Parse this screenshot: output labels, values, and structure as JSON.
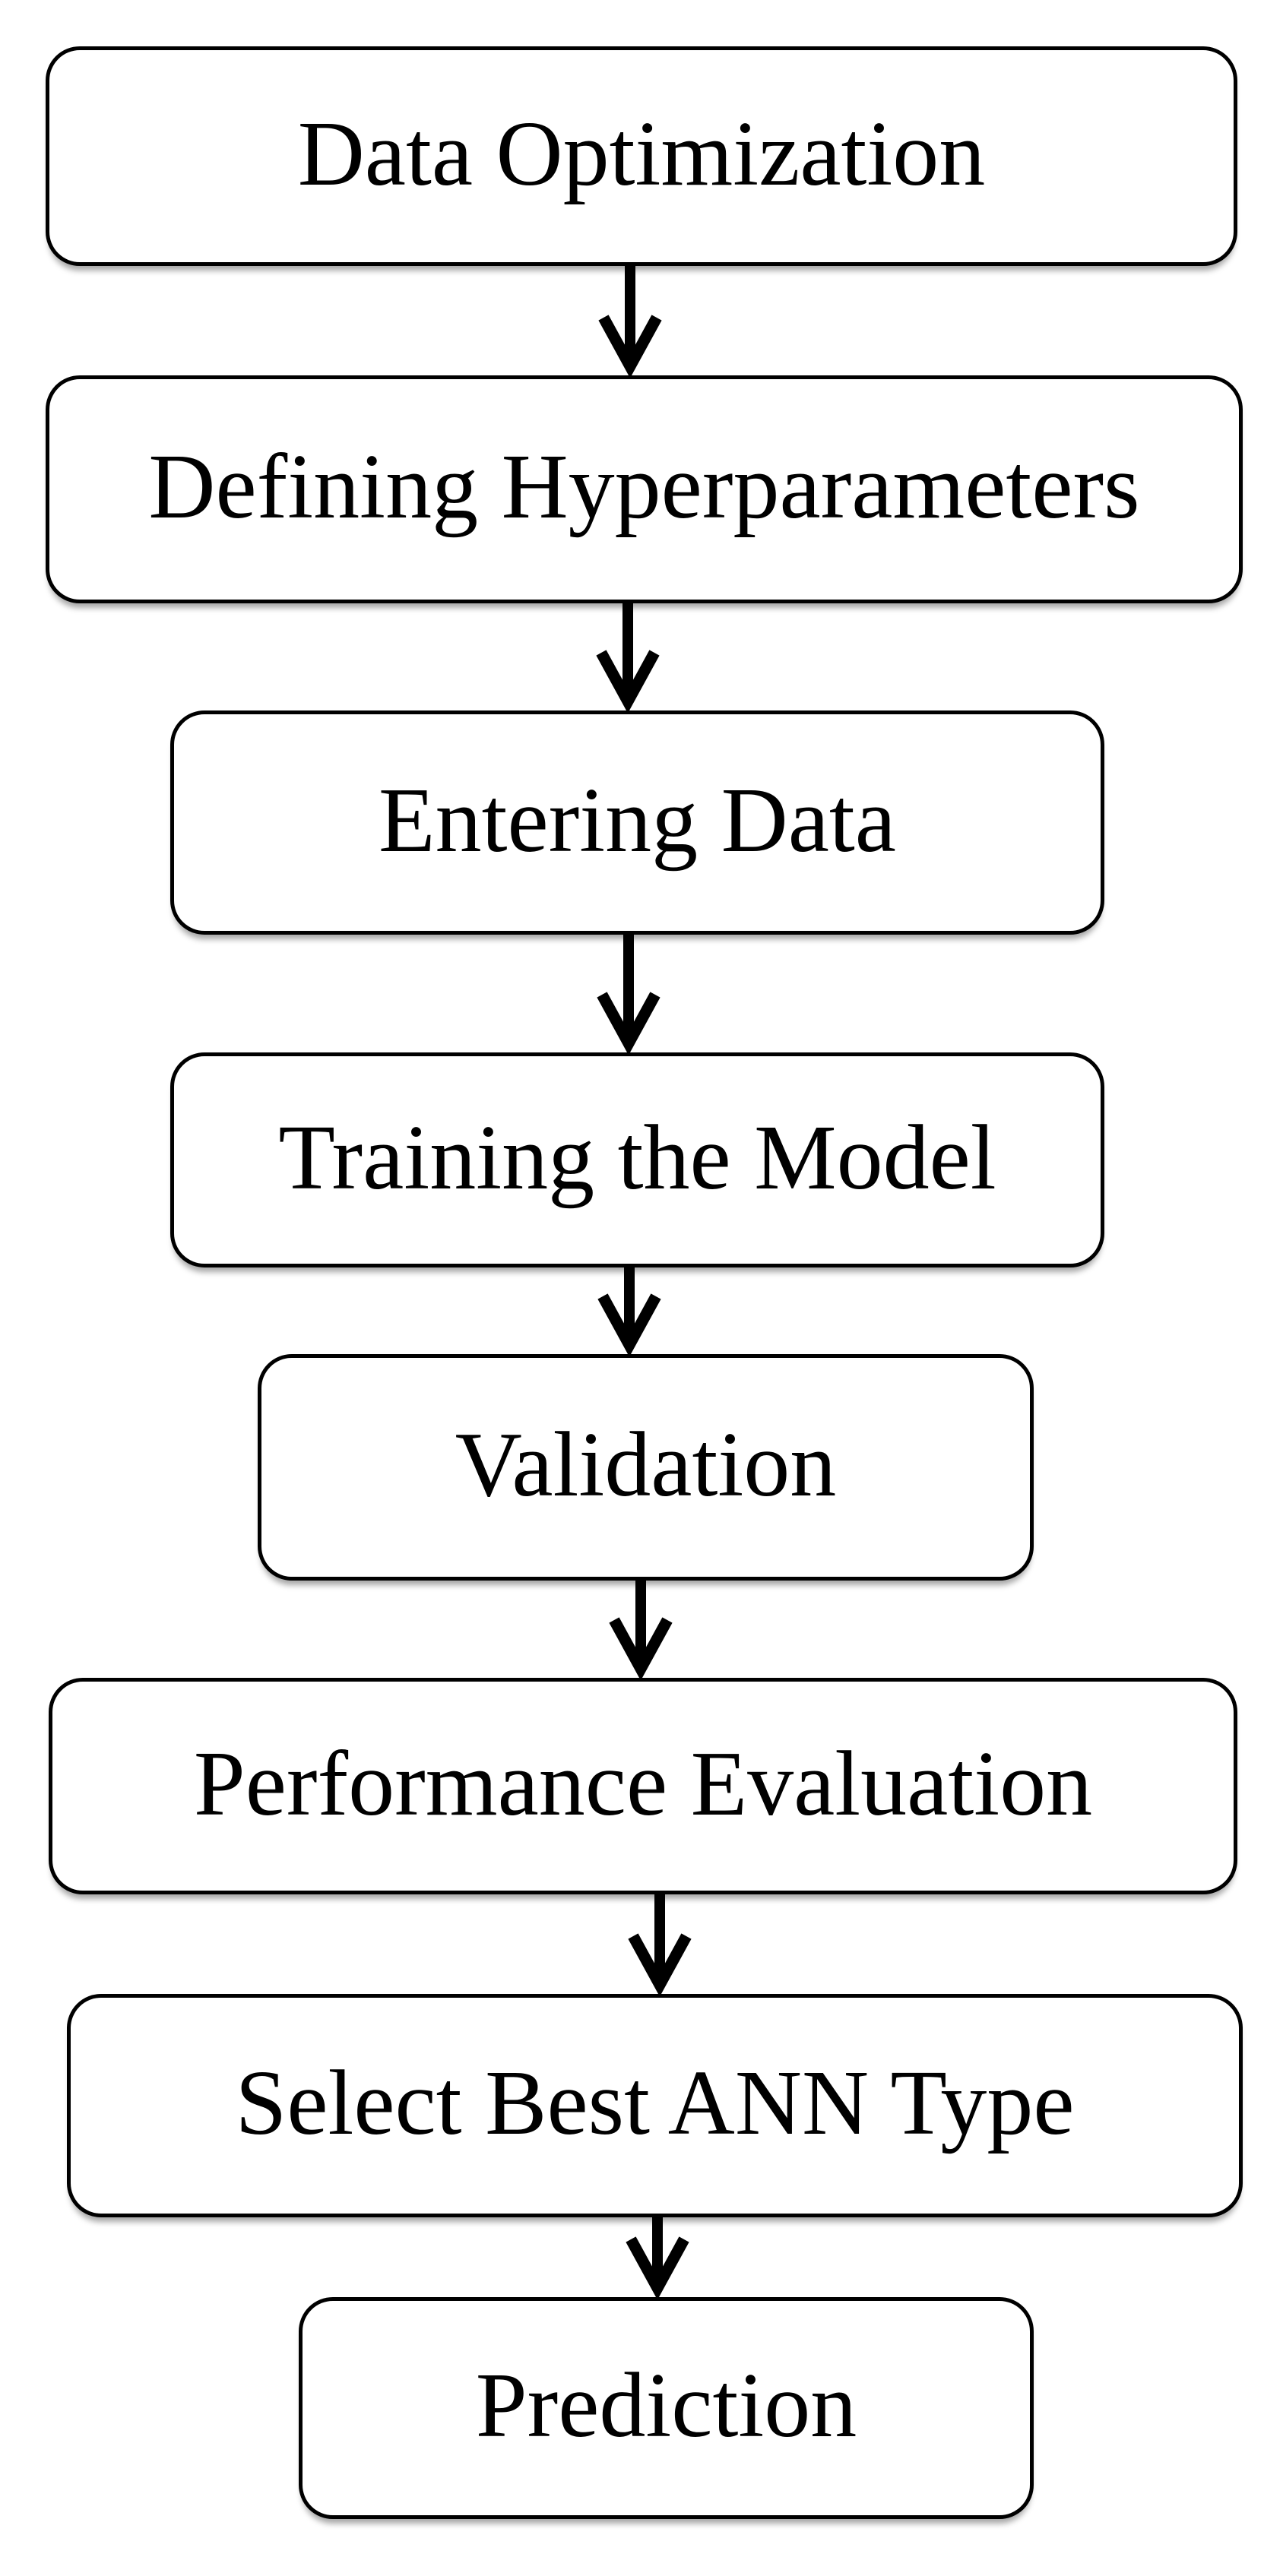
{
  "figure": {
    "type": "flowchart",
    "direction": "top-to-bottom",
    "background_color": "#ffffff",
    "box_fill_color": "#ffffff",
    "box_border_color": "#000000",
    "text_color": "#000000",
    "arrow_color": "#000000"
  },
  "flowchart": {
    "steps": [
      {
        "label": "Data Optimization"
      },
      {
        "label": "Defining Hyperparameters"
      },
      {
        "label": "Entering Data"
      },
      {
        "label": "Training the Model"
      },
      {
        "label": "Validation"
      },
      {
        "label": "Performance Evaluation"
      },
      {
        "label": "Select Best ANN Type"
      },
      {
        "label": "Prediction"
      }
    ]
  }
}
